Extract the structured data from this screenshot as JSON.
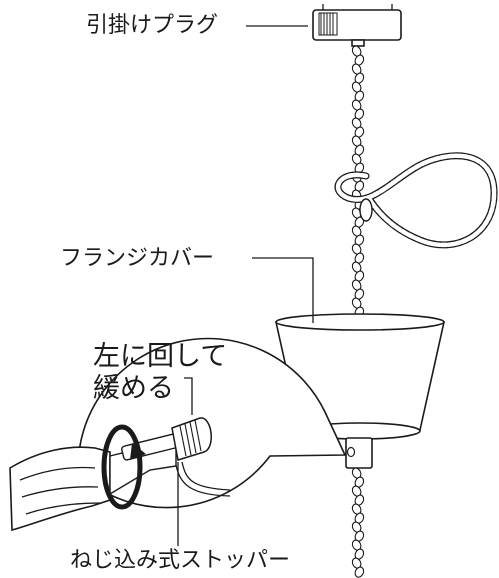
{
  "labels": {
    "hook_plug": "引掛けプラグ",
    "flange_cover": "フランジカバー",
    "instruction_line1": "左に回して",
    "instruction_line2": "緩める",
    "screw_stopper": "ねじ込み式ストッパー"
  },
  "icons": [
    "hook-plug-icon",
    "flange-cover-icon",
    "twisted-cord-icon",
    "screwdriver-icon",
    "rotation-arrow-icon",
    "screw-stopper-icon"
  ]
}
